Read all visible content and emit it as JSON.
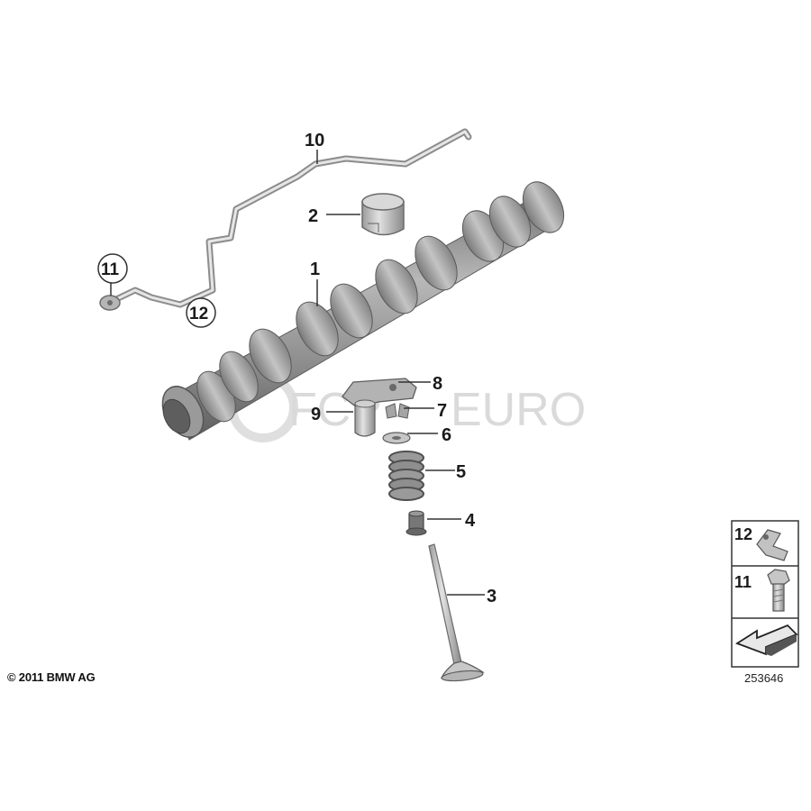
{
  "callouts": {
    "camshaft": "1",
    "bucket_tappet": "2",
    "valve": "3",
    "valve_stem_seal": "4",
    "valve_spring": "5",
    "spring_plate": "6",
    "valve_keeper": "7",
    "rocker_arm": "8",
    "lash_adjuster": "9",
    "oil_pipe": "10",
    "banjo_bolt_circled": "11",
    "clamp_circled": "12"
  },
  "legend": {
    "clamp_label": "12",
    "bolt_label": "11"
  },
  "watermark": {
    "left": "FCP",
    "right": "EURO"
  },
  "footer": {
    "copyright": "© 2011 BMW AG",
    "diagram_number": "253646"
  },
  "colors": {
    "part_gray": "#8a8a8a",
    "part_light": "#c9c9c9",
    "leader": "#333333",
    "watermark": "#d4d4d4"
  }
}
